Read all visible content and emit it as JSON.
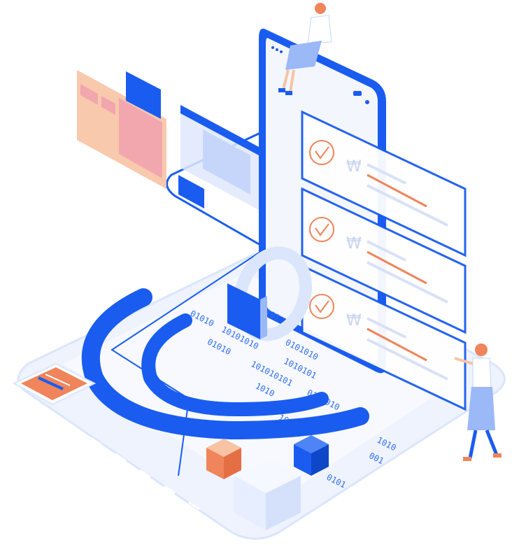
{
  "colors": {
    "primary": "#1a5cf0",
    "light": "#e6eeff",
    "pale": "#f3f6fd",
    "orange": "#f0845a",
    "pink": "#f2a6ae",
    "peach": "#f7c3a3"
  },
  "cards": [
    {
      "currency": "₩",
      "icon": "check-circle-icon"
    },
    {
      "currency": "₩",
      "icon": "check-circle-icon"
    },
    {
      "currency": "₩",
      "icon": "check-circle-icon"
    }
  ],
  "binary": [
    "10101",
    "1010101",
    "0101010",
    "10101010",
    "1010101",
    "01010",
    "101010101",
    "0101010",
    "1010",
    "01",
    "10",
    "101010",
    "1010",
    "001",
    "0101",
    "01010"
  ]
}
